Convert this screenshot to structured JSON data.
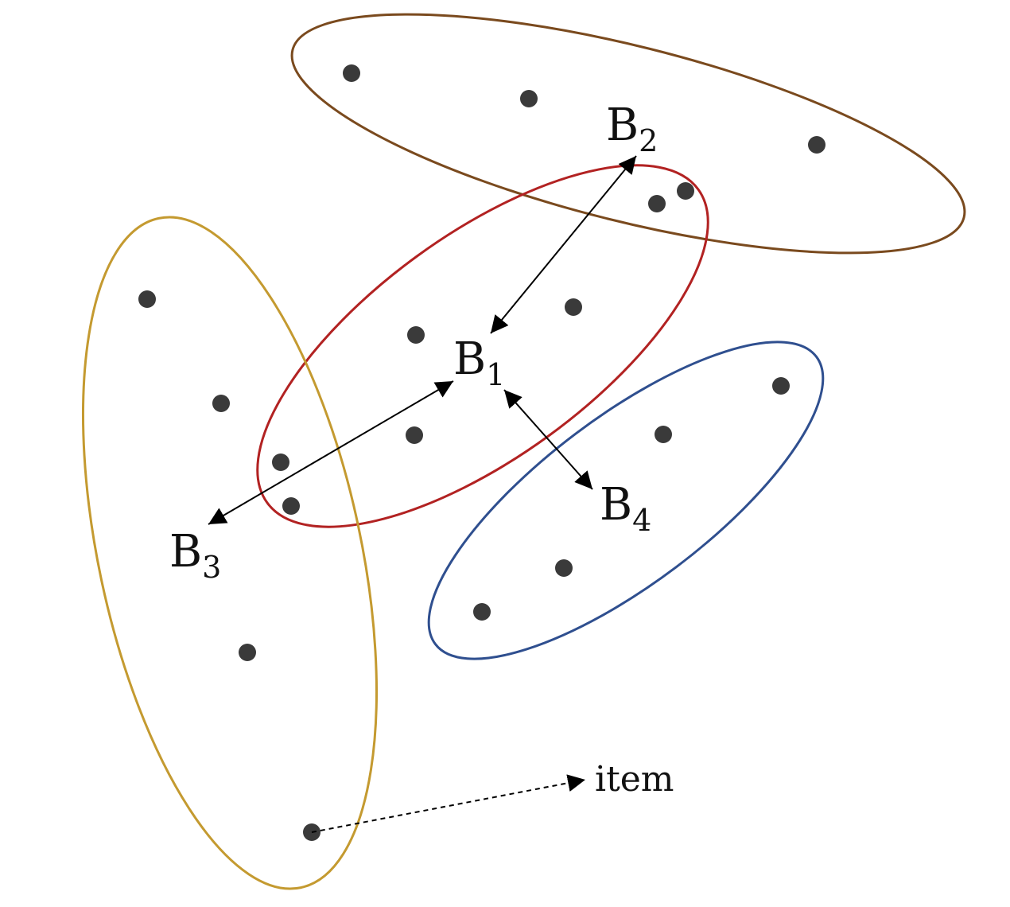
{
  "colors": {
    "background": "#ffffff",
    "group_b1": "#b22222",
    "group_b2": "#7a4a1e",
    "group_b3": "#c49a30",
    "group_b4": "#2f4f8f",
    "points": "#3a3a3a",
    "arrows": "#000000"
  },
  "labels": {
    "b1": {
      "base": "B",
      "sub": "1"
    },
    "b2": {
      "base": "B",
      "sub": "2"
    },
    "b3": {
      "base": "B",
      "sub": "3"
    },
    "b4": {
      "base": "B",
      "sub": "4"
    },
    "item": "item"
  }
}
